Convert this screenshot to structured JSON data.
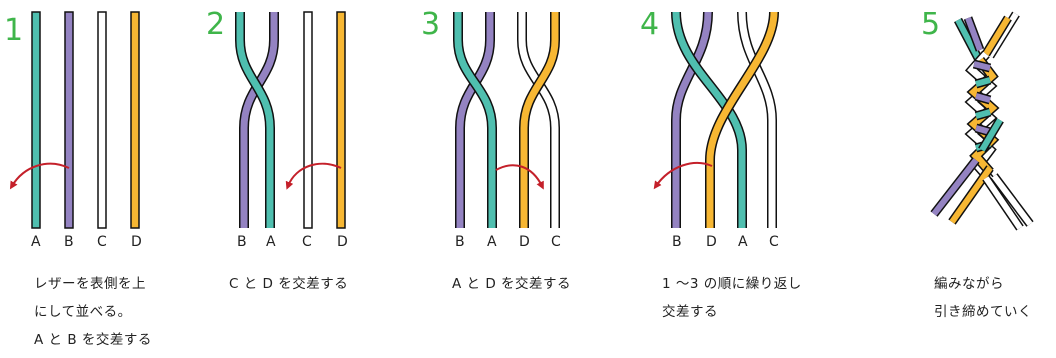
{
  "colors": {
    "teal": "#4fbfaf",
    "purple": "#9483c2",
    "yellow": "#f7b733",
    "white": "#ffffff",
    "outline": "#111111",
    "arrow": "#c4202a",
    "step_number": "#3fb54a"
  },
  "steps": [
    {
      "number": "1",
      "labels": [
        "A",
        "B",
        "C",
        "D"
      ],
      "caption": [
        "レザーを表側を上",
        "にして並べる。",
        "A と B を交差する"
      ]
    },
    {
      "number": "2",
      "labels": [
        "B",
        "A",
        "C",
        "D"
      ],
      "caption": [
        "C と D を交差する"
      ]
    },
    {
      "number": "3",
      "labels": [
        "B",
        "A",
        "D",
        "C"
      ],
      "caption": [
        "A と D を交差する"
      ]
    },
    {
      "number": "4",
      "labels": [
        "B",
        "D",
        "A",
        "C"
      ],
      "caption": [
        "1 ～3 の順に繰り返し",
        "交差する"
      ]
    },
    {
      "number": "5",
      "labels": [],
      "caption": [
        "編みながら",
        "引き締めていく"
      ]
    }
  ]
}
